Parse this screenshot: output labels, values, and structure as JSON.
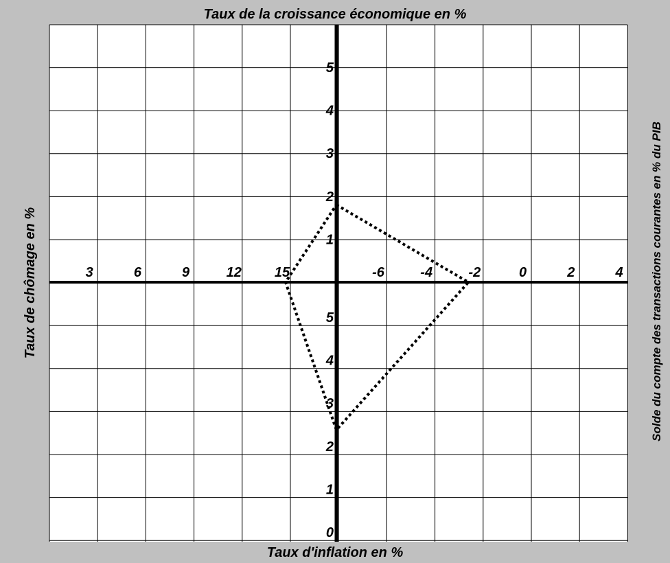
{
  "chart_data": {
    "type": "radar",
    "axes": {
      "top": {
        "label": "Taux de la croissance économique en %",
        "ticks": [
          "1",
          "2",
          "3",
          "4",
          "5"
        ]
      },
      "bottom": {
        "label": "Taux d'inflation en %",
        "ticks": [
          "0",
          "1",
          "2",
          "3",
          "4",
          "5"
        ]
      },
      "left": {
        "label": "Taux  de chômage en %",
        "ticks": [
          "3",
          "6",
          "9",
          "12",
          "15"
        ]
      },
      "right": {
        "label": "Solde du compte des transactions courantes en % du PIB",
        "ticks": [
          "-6",
          "-4",
          "-2",
          "0",
          "2",
          "4"
        ]
      }
    },
    "series": [
      {
        "values": {
          "top": 1.8,
          "right": -2.6,
          "bottom": 2.6,
          "left": 14.7
        }
      }
    ],
    "grid": true,
    "colors": {
      "background": "#c0c0c0",
      "plot": "#ffffff",
      "line": "#000000"
    }
  }
}
